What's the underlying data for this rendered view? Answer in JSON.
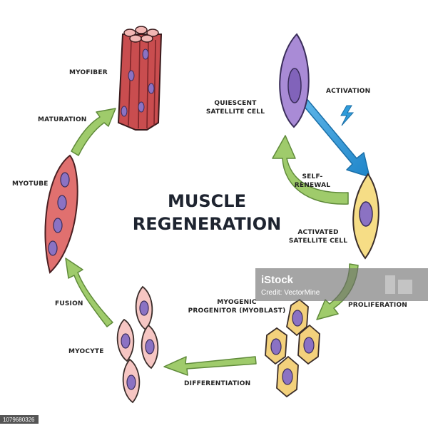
{
  "title": {
    "line1": "MUSCLE",
    "line2": "REGENERATION"
  },
  "labels": {
    "myofiber": "MYOFIBER",
    "maturation": "MATURATION",
    "myotube": "MYOTUBE",
    "fusion": "FUSION",
    "myocyte": "MYOCYTE",
    "differentiation": "DIFFERENTIATION",
    "myogenic_line1": "MYOGENIC",
    "myogenic_line2": "PROGENITOR (MYOBLAST)",
    "proliferation": "PROLIFERATION",
    "activated_line1": "ACTIVATED",
    "activated_line2": "SATELLITE CELL",
    "self_renewal_line1": "SELF-",
    "self_renewal_line2": "RENEWAL",
    "activation": "ACTIVATION",
    "quiescent_line1": "QUIESCENT",
    "quiescent_line2": "SATELLITE CELL"
  },
  "watermark": {
    "brand": "iStock",
    "credit": "Credit: VectorMine",
    "image_id": "1079680326"
  },
  "colors": {
    "arrow_green": "#9fcb6b",
    "arrow_blue": "#2f9bd9",
    "quiescent_cell": "#a98bd6",
    "activated_cell": "#f6dd86",
    "myoblast_cell": "#f3d17c",
    "myocyte_cell": "#f6c6c3",
    "myotube": "#e0706f",
    "myofiber": "#c94d4f",
    "nucleus": "#8b72c3"
  }
}
